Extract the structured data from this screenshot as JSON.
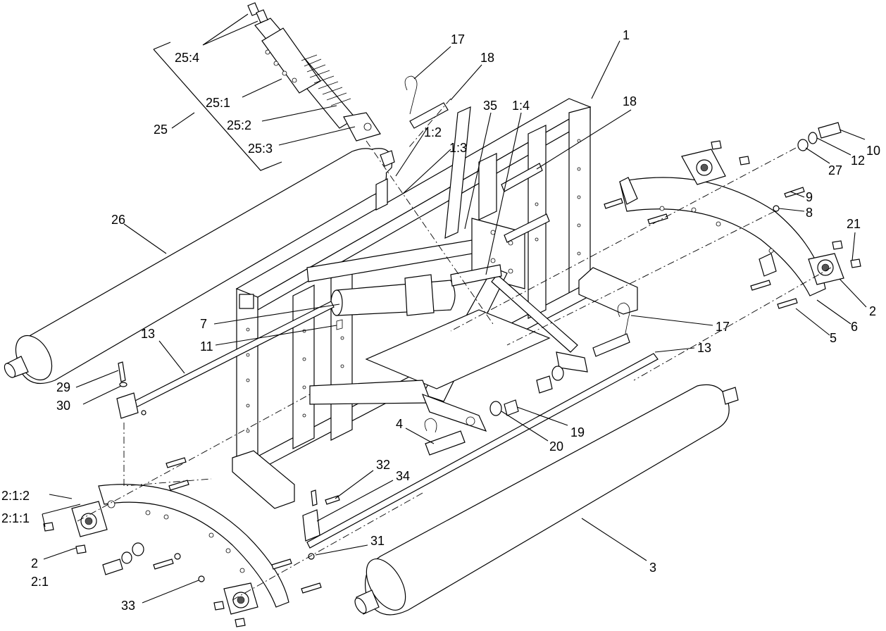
{
  "diagram": {
    "callouts": {
      "c1": "1",
      "c1_2": "1:2",
      "c1_3": "1:3",
      "c1_4": "1:4",
      "c35": "35",
      "c17a": "17",
      "c18a": "18",
      "c18b": "18",
      "c25_4": "25:4",
      "c25_1": "25:1",
      "c25_2": "25:2",
      "c25_3": "25:3",
      "c25": "25",
      "c26": "26",
      "c10": "10",
      "c12": "12",
      "c27": "27",
      "c9": "9",
      "c8": "8",
      "c21": "21",
      "c2r": "2",
      "c6": "6",
      "c5": "5",
      "c17b": "17",
      "c13r": "13",
      "c13l": "13",
      "c7": "7",
      "c11": "11",
      "c29": "29",
      "c30": "30",
      "c4": "4",
      "c19": "19",
      "c20": "20",
      "c32": "32",
      "c34": "34",
      "c31": "31",
      "c2_1_2": "2:1:2",
      "c2_1_1": "2:1:1",
      "c2l": "2",
      "c2_1": "2:1",
      "c33": "33",
      "c3": "3"
    }
  }
}
